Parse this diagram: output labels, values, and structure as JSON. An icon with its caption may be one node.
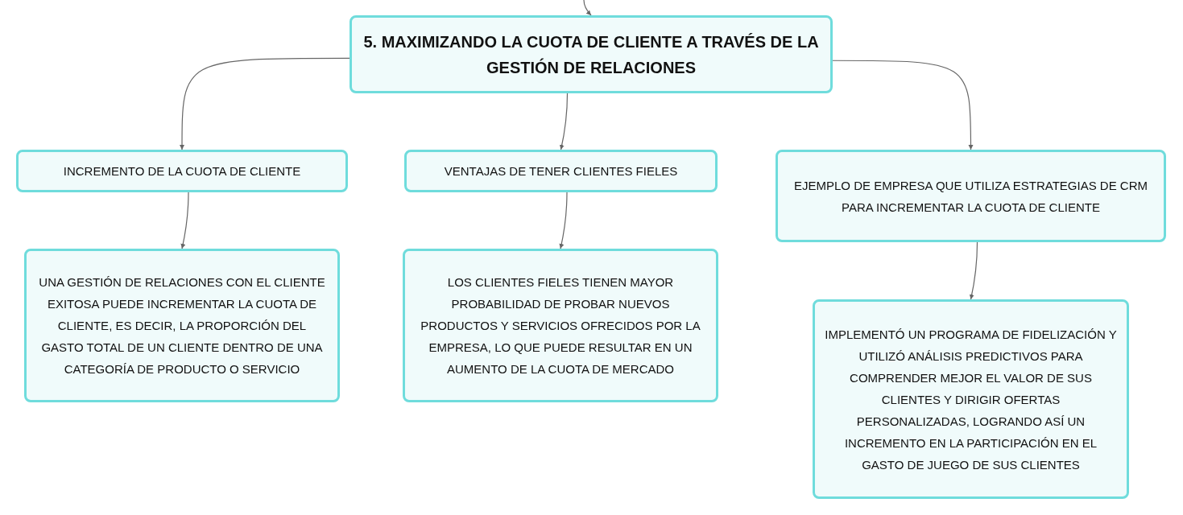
{
  "diagram": {
    "nodes": [
      {
        "text": [
          "5. MAXIMIZANDO LA CUOTA DE CLIENTE A TRAVÉS DE LA GESTIÓN DE RELACIONES"
        ]
      },
      {
        "text": [
          "INCREMENTO DE LA CUOTA DE CLIENTE"
        ]
      },
      {
        "text": [
          "VENTAJAS DE TENER CLIENTES FIELES"
        ]
      },
      {
        "text": [
          "EJEMPLO DE EMPRESA QUE UTILIZA ESTRATEGIAS DE CRM PARA INCREMENTAR LA CUOTA DE CLIENTE"
        ]
      },
      {
        "text": [
          "UNA GESTIÓN DE RELACIONES CON EL CLIENTE EXITOSA PUEDE INCREMENTAR LA CUOTA DE CLIENTE, ES DECIR, LA PROPORCIÓN DEL GASTO TOTAL DE UN CLIENTE DENTRO DE UNA CATEGORÍA DE PRODUCTO O SERVICIO"
        ]
      },
      {
        "text": [
          "LOS CLIENTES FIELES TIENEN MAYOR PROBABILIDAD DE PROBAR NUEVOS PRODUCTOS Y SERVICIOS OFRECIDOS POR LA EMPRESA, LO QUE PUEDE RESULTAR EN UN AUMENTO DE LA CUOTA DE MERCADO"
        ]
      },
      {
        "text": [
          "IMPLEMENTÓ UN PROGRAMA DE FIDELIZACIÓN Y UTILIZÓ ANÁLISIS PREDICTIVOS PARA COMPRENDER MEJOR EL VALOR DE SUS CLIENTES Y DIRIGIR OFERTAS PERSONALIZADAS, LOGRANDO ASÍ UN INCREMENTO EN LA PARTICIPACIÓN EN EL GASTO DE JUEGO DE SUS CLIENTES"
        ]
      }
    ],
    "edges": [
      {
        "from": null,
        "to": 0,
        "arrow": "to"
      },
      {
        "from": 0,
        "to": 1,
        "arrow": "to"
      },
      {
        "from": 0,
        "to": 2,
        "arrow": "to"
      },
      {
        "from": 0,
        "to": 3,
        "arrow": "to"
      },
      {
        "from": 1,
        "to": 4,
        "arrow": "to"
      },
      {
        "from": 2,
        "to": 5,
        "arrow": "to"
      },
      {
        "from": 3,
        "to": 6,
        "arrow": "to"
      }
    ]
  }
}
